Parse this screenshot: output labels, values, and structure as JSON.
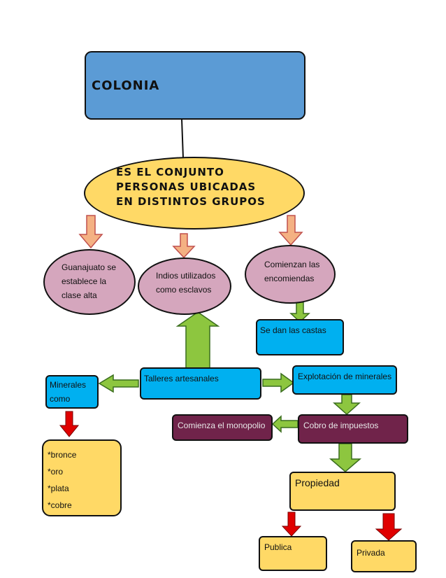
{
  "nodes": {
    "title": "Colonia",
    "definition": [
      "Es el conjunto",
      "personas  ubicadas",
      "en  distintos grupos"
    ],
    "guanajuato": [
      "Guanajuato se",
      "establece la",
      "clase alta"
    ],
    "indios": [
      "Indios utilizados",
      "como esclavos"
    ],
    "encomiendas": [
      "Comienzan las",
      "encomiendas"
    ],
    "castas": "Se dan las castas",
    "talleres": "Talleres artesanales",
    "explotacion": "Explotación de minerales",
    "minerales": [
      "Minerales",
      "como"
    ],
    "monopolio": "Comienza el monopolio",
    "impuestos": "Cobro de impuestos",
    "list": [
      "*bronce",
      "*oro",
      "*plata",
      "*cobre"
    ],
    "propiedad": "Propiedad",
    "publica": "Publica",
    "privada": "Privada"
  },
  "colors": {
    "title_box": "#5b9bd5",
    "yellow": "#ffd966",
    "pink": "#d5a6bd",
    "cyan": "#00b0f0",
    "purple": "#70234a",
    "orange_arrow": "#f4b183",
    "green_arrow": "#8dc63f",
    "red_arrow": "#e00000"
  }
}
